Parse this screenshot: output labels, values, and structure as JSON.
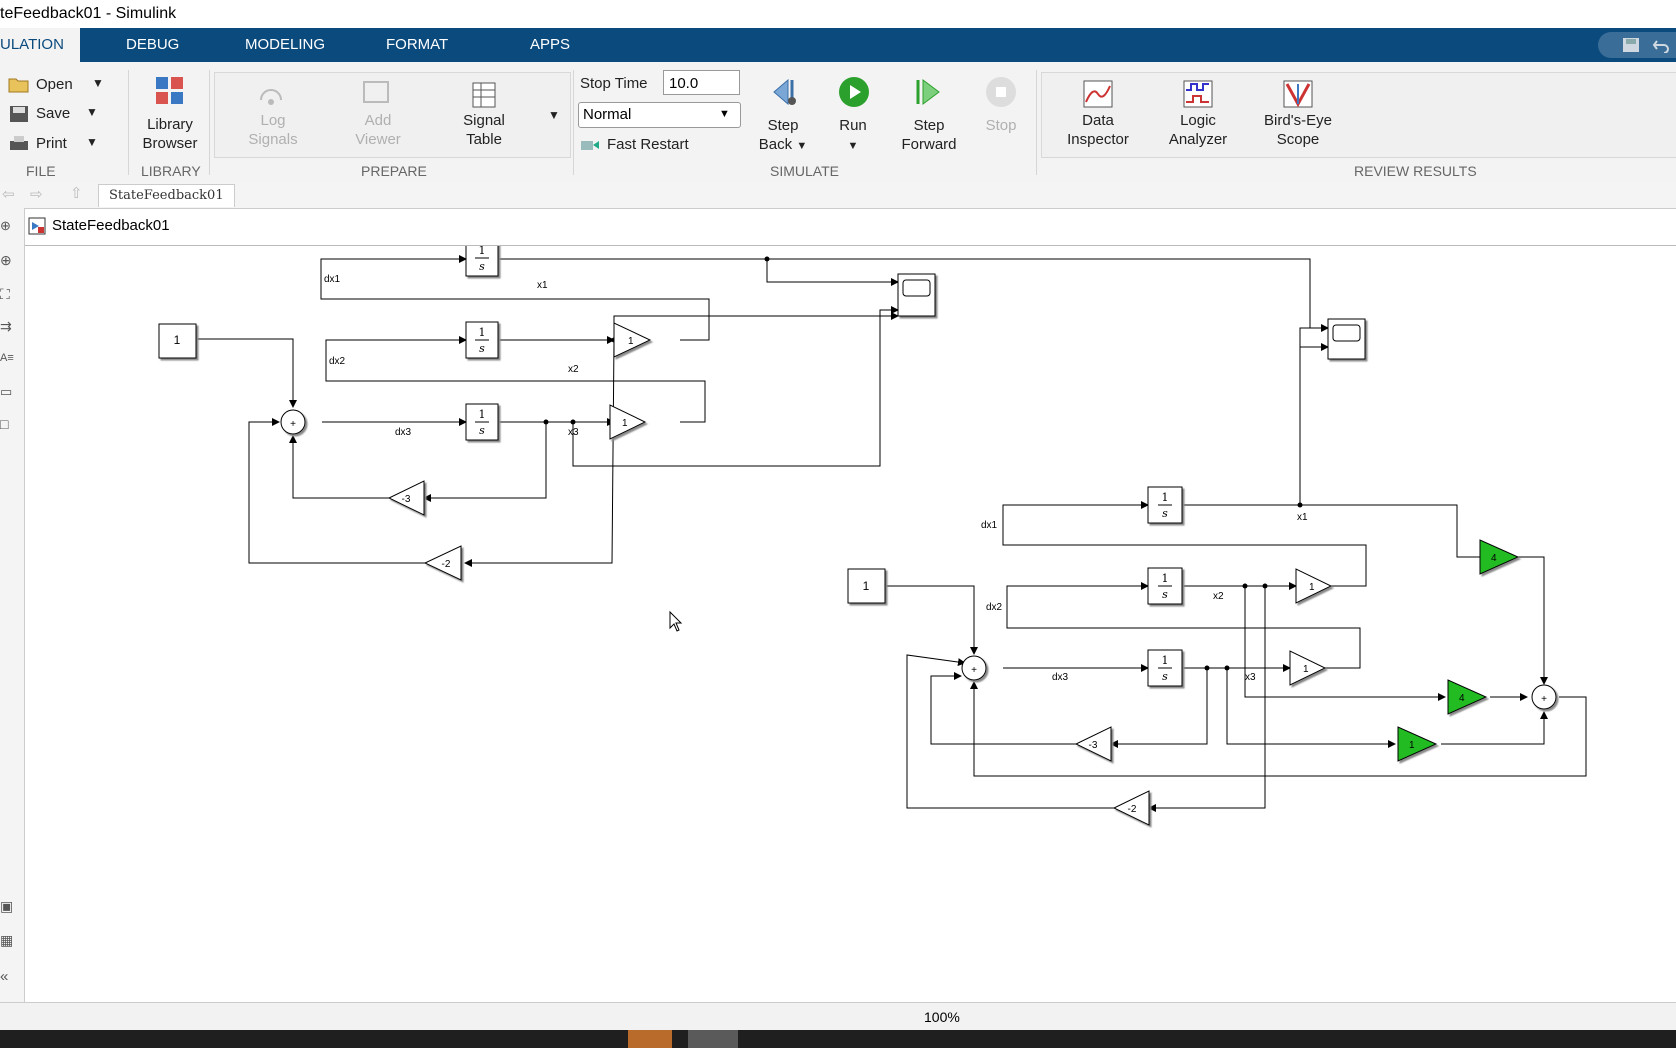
{
  "window": {
    "title": "teFeedback01 - Simulink"
  },
  "tabs": [
    {
      "label": "ULATION"
    },
    {
      "label": "DEBUG"
    },
    {
      "label": "MODELING"
    },
    {
      "label": "FORMAT"
    },
    {
      "label": "APPS"
    }
  ],
  "file": {
    "open": "Open",
    "save": "Save",
    "print": "Print",
    "section": "FILE"
  },
  "library": {
    "browser_line1": "Library",
    "browser_line2": "Browser",
    "section": "LIBRARY"
  },
  "prepare": {
    "log_line1": "Log",
    "log_line2": "Signals",
    "add_line1": "Add",
    "add_line2": "Viewer",
    "table_line1": "Signal",
    "table_line2": "Table",
    "section": "PREPARE"
  },
  "simulate": {
    "stop_time_label": "Stop Time",
    "stop_time_value": "10.0",
    "mode": "Normal",
    "fast_restart": "Fast Restart",
    "step_back_line1": "Step",
    "step_back_line2": "Back",
    "run": "Run",
    "step_fwd_line1": "Step",
    "step_fwd_line2": "Forward",
    "stop": "Stop",
    "section": "SIMULATE"
  },
  "review": {
    "data_line1": "Data",
    "data_line2": "Inspector",
    "logic_line1": "Logic",
    "logic_line2": "Analyzer",
    "birds_line1": "Bird's-Eye",
    "birds_line2": "Scope",
    "section": "REVIEW RESULTS"
  },
  "breadcrumb": {
    "tab": "StateFeedback01"
  },
  "model": {
    "name": "StateFeedback01"
  },
  "status": {
    "zoom": "100%"
  },
  "diagram": {
    "int_num": "1",
    "int_den": "s",
    "const": "1",
    "sig_dx1": "dx1",
    "sig_dx2": "dx2",
    "sig_dx3": "dx3",
    "sig_x1": "x1",
    "sig_x2": "x2",
    "sig_x3": "x3",
    "gain_1": "1",
    "gain_m3": "-3",
    "gain_m2": "-2",
    "gain_4": "4",
    "sum_plus": "+"
  },
  "colors": {
    "ribbon_tab": "#0b4a7d",
    "gain_green": "#22bb22",
    "run_green": "#2ca02c"
  }
}
